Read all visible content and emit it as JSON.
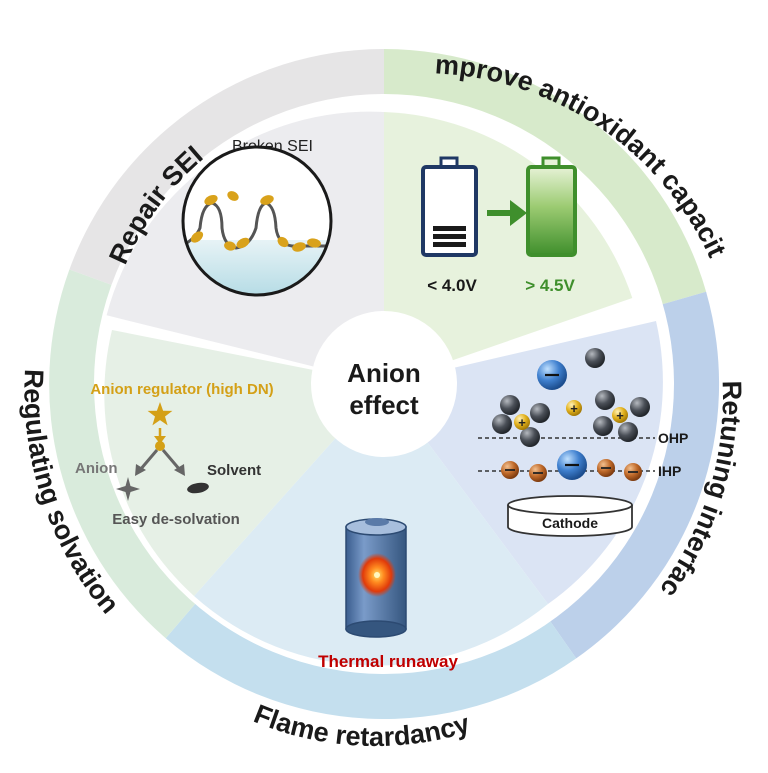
{
  "center": {
    "line1": "Anion",
    "line2": "effect"
  },
  "ring": {
    "repair_sei": "Repair SEI",
    "improve_antioxidant": "Improve antioxidant capacity",
    "retuning_interface": "Retuning interface",
    "flame_retardancy": "Flame retardancy",
    "regulating_solvation": "Regulating solvation"
  },
  "repair_sei": {
    "broken_label": "Broken SEI"
  },
  "antioxidant": {
    "low_voltage": "< 4.0V",
    "high_voltage": "> 4.5V"
  },
  "interface": {
    "ohp": "OHP",
    "ihp": "IHP",
    "cathode": "Cathode"
  },
  "flame": {
    "thermal_runaway": "Thermal runaway"
  },
  "solvation": {
    "regulator": "Anion regulator (high DN)",
    "anion": "Anion",
    "solvent": "Solvent",
    "desolvation": "Easy de-solvation"
  },
  "colors": {
    "gold": "#d4a017",
    "green": "#3f8f2c",
    "red": "#c00000",
    "navy": "#1f3864"
  }
}
